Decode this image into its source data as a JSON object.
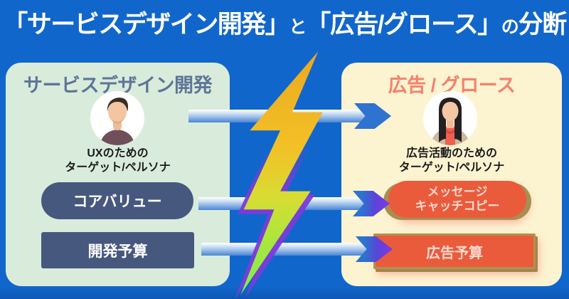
{
  "title": {
    "seg1": "「サービスデザイン開発」",
    "seg2": "と",
    "seg3": "「広告/グロース」",
    "seg4": "の",
    "seg5": "分断"
  },
  "left_panel": {
    "title": "サービスデザイン開発",
    "avatar_icon": "male-persona-avatar",
    "caption_line1": "UXのための",
    "caption_line2": "ターゲット/ペルソナ",
    "pill_label": "コアバリュー",
    "rect_label": "開発予算"
  },
  "right_panel": {
    "title": "広告 / グロース",
    "avatar_icon": "female-persona-avatar",
    "caption_line1": "広告活動のための",
    "caption_line2": "ターゲット/ペルソナ",
    "pill_line1": "メッセージ",
    "pill_line2": "キャッチコピー",
    "rect_label": "広告予算"
  },
  "divider": {
    "icon": "lightning-bolt-icon"
  },
  "arrows": {
    "count": 3,
    "direction": "left-to-right"
  },
  "colors": {
    "background_blue": "#1166cb",
    "title_text": "#ffffff",
    "left_panel_bg": "#d9ecdc",
    "left_title_text": "#5e7596",
    "left_button_bg": "#47587e",
    "right_panel_bg": "#fcf3d0",
    "right_title_text": "#f3826d",
    "right_button_bg": "#ea5b3b",
    "right_button_text": "#fdd9d0",
    "button_shadow_tan": "#a98e52",
    "arrow_blue": "#2d73cf",
    "arrow_purple": "#7c3ae2",
    "bolt_gold": "#eca81f",
    "bolt_green": "#7fec52",
    "bolt_shadow_purple": "#7c3bd8"
  }
}
